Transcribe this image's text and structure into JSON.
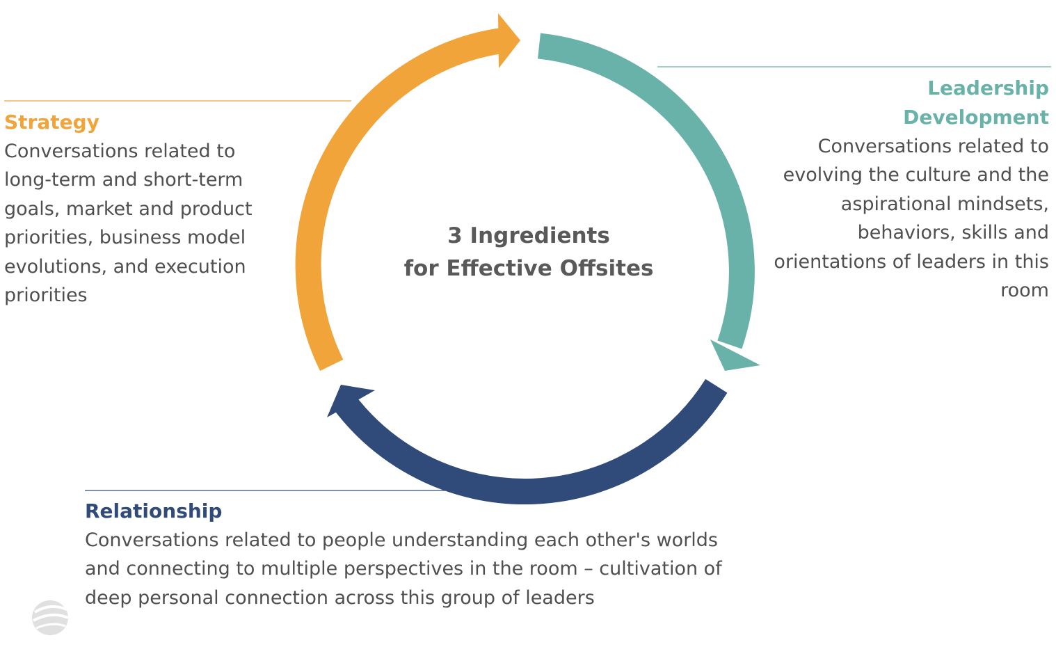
{
  "center": {
    "line1": "3 Ingredients",
    "line2": "for Effective Offsites"
  },
  "strategy": {
    "title": "Strategy",
    "body": "Conversations related to long-term and short-term goals, market and product priorities, business model evolutions, and execution priorities",
    "color": "#f0a43a"
  },
  "leadership": {
    "title_line1": "Leadership",
    "title_line2": "Development",
    "body": "Conversations related to evolving the culture and the aspirational mindsets, behaviors, skills and orientations of leaders in this room",
    "color": "#69b2aa"
  },
  "relationship": {
    "title": "Relationship",
    "body": "Conversations related to people understanding each other's worlds and connecting to multiple perspectives in the room – cultivation of deep personal connection across this group of leaders",
    "color": "#304a7a"
  },
  "logo": {
    "icon": "company-logo-icon"
  }
}
